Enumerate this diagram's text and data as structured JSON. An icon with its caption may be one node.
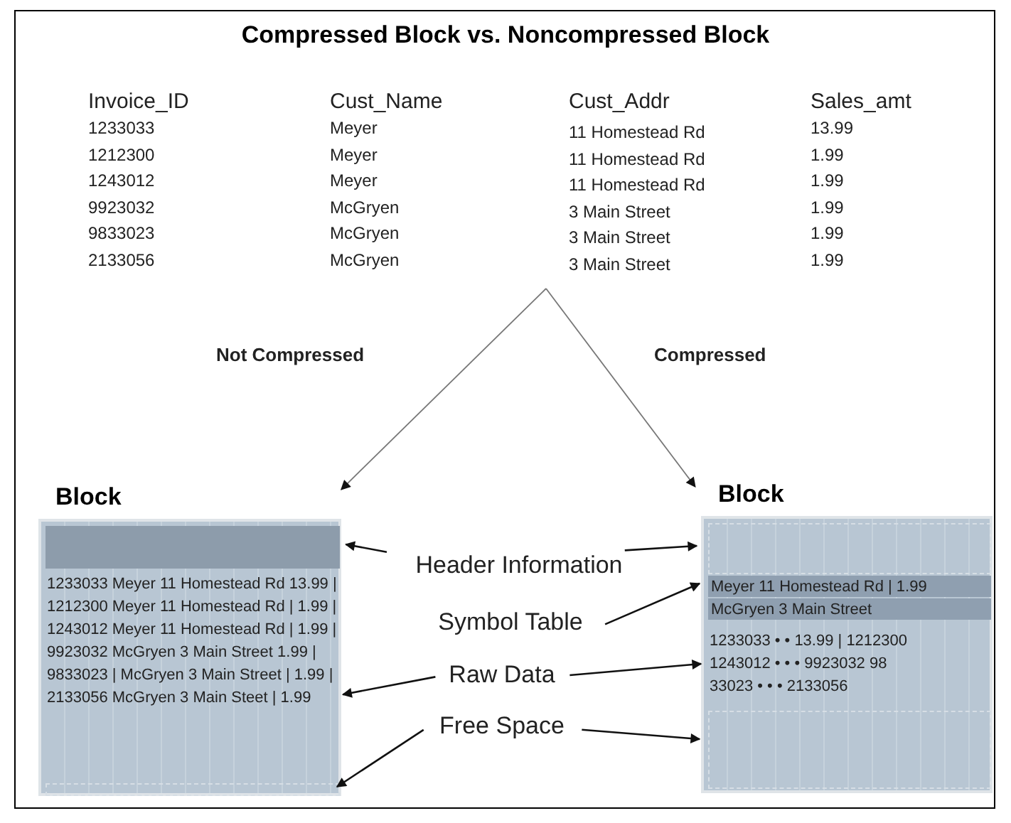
{
  "diagram": {
    "title": "Compressed Block vs. Noncompressed Block",
    "nodes": [
      {
        "text": [
          "Block"
        ]
      },
      {
        "text": [],
        "shape": "box",
        "in": 0
      },
      {
        "text": [
          "1233033 Meyer 11 Homestead Rd 13.99 | 1212300 Meyer 11 Homestead Rd | 1.99 | 1243012 Meyer 11 Homestead Rd | 1.99 | 9923032 McGryen 3 Main Street 1.99 | 9833023 | McGryen 3 Main Street | 1.99 | 2133056 McGryen 3 Main Steet | 1.99"
        ],
        "in": 0
      },
      {
        "text": [],
        "shape": "box",
        "in": 0
      },
      {
        "text": [
          "Block"
        ]
      },
      {
        "text": [],
        "shape": "box",
        "in": 4
      },
      {
        "text": [
          "Meyer 11 Homestead Rd | 1.99"
        ],
        "in": 4
      },
      {
        "text": [
          "McGryen 3 Main Street"
        ],
        "in": 4
      },
      {
        "text": [
          "1233033 • • 13.99 | 1212300",
          "1243012 • • • 9923032 98",
          "33023 • • • 2133056"
        ],
        "in": 4
      },
      {
        "text": [],
        "shape": "box",
        "in": 4
      },
      {
        "text": [
          "Header Information"
        ]
      },
      {
        "text": [
          "Symbol Table"
        ]
      },
      {
        "text": [
          "Raw Data"
        ]
      },
      {
        "text": [
          "Free Space"
        ]
      }
    ],
    "edges": [
      {
        "from": null,
        "to": 0,
        "arrow": "to",
        "label": "Not Compressed",
        "color": "#777777"
      },
      {
        "from": null,
        "to": 4,
        "arrow": "to",
        "label": "Compressed",
        "color": "#777777"
      },
      {
        "from": 10,
        "to": 1,
        "arrow": "to"
      },
      {
        "from": 10,
        "to": 5,
        "arrow": "to"
      },
      {
        "from": 11,
        "to": 6,
        "arrow": "to"
      },
      {
        "from": 12,
        "to": 2,
        "arrow": "to"
      },
      {
        "from": 12,
        "to": 8,
        "arrow": "to"
      },
      {
        "from": 13,
        "to": 3,
        "arrow": "to"
      },
      {
        "from": 13,
        "to": 9,
        "arrow": "to"
      }
    ],
    "labels": [
      "Invoice_ID",
      "Cust_Name",
      "Cust_Addr",
      "Sales_amt",
      "1233033",
      "Meyer",
      "11 Homestead Rd",
      "13.99",
      "1212300",
      "Meyer",
      "11 Homestead Rd",
      "1.99",
      "1243012",
      "Meyer",
      "11 Homestead Rd",
      "1.99",
      "9923032",
      "McGryen",
      "3 Main Street",
      "1.99",
      "9833023",
      "McGryen",
      "3 Main Street",
      "1.99",
      "2133056",
      "McGryen",
      "3 Main Street",
      "1.99"
    ]
  }
}
